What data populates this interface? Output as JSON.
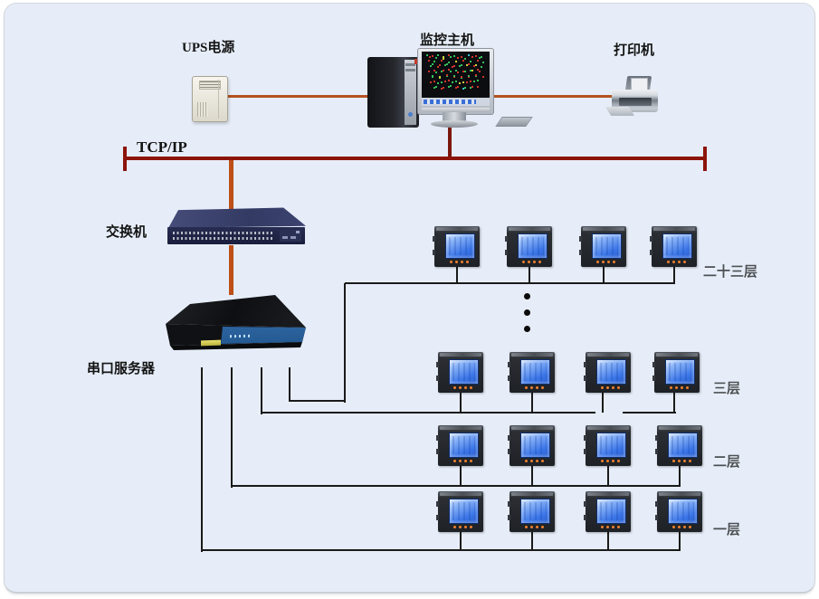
{
  "labels": {
    "ups": "UPS电源",
    "monitor_host": "监控主机",
    "printer": "打印机",
    "tcpip": "TCP/IP",
    "switch": "交换机",
    "serial_server": "串口服务器"
  },
  "floors": [
    {
      "id": "floor-23",
      "label": "二十三层",
      "meter_count": 4
    },
    {
      "id": "floor-3",
      "label": "三层",
      "meter_count": 4
    },
    {
      "id": "floor-2",
      "label": "二层",
      "meter_count": 4
    },
    {
      "id": "floor-1",
      "label": "一层",
      "meter_count": 4
    }
  ],
  "ellipsis_dots": 3,
  "colors": {
    "panel_bg": "#e6edf8",
    "tcpip_bus": "#8c140b",
    "device_link": "#b5511f",
    "switch_link": "#bd4f17",
    "network_line": "#1a1a1a",
    "meter_screen": "#3b76e8"
  }
}
